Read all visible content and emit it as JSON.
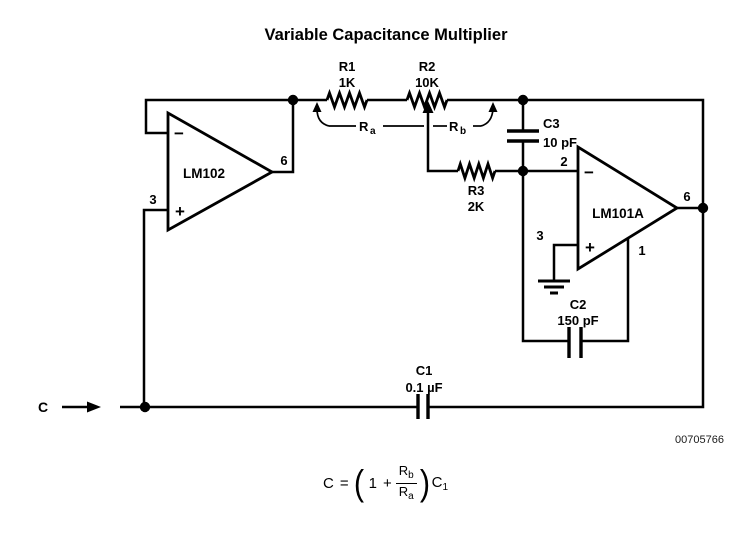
{
  "title": "Variable Capacitance Multiplier",
  "code": "00705766",
  "input": {
    "label": "C"
  },
  "opamps": {
    "left": {
      "name": "LM102",
      "pin_output": "6",
      "pin_noninv": "3",
      "inv_sign": "−",
      "noninv_sign": "+"
    },
    "right": {
      "name": "LM101A",
      "pin_inv": "2",
      "pin_noninv": "3",
      "pin_output": "6",
      "pin_comp": "1",
      "inv_sign": "−",
      "noninv_sign": "+"
    }
  },
  "components": {
    "r1": {
      "name": "R1",
      "value": "1K"
    },
    "r2": {
      "name": "R2",
      "value": "10K"
    },
    "r3": {
      "name": "R3",
      "value": "2K"
    },
    "c1": {
      "name": "C1",
      "value": "0.1 µF"
    },
    "c2": {
      "name": "C2",
      "value": "150 pF"
    },
    "c3": {
      "name": "C3",
      "value": "10 pF"
    }
  },
  "spans": {
    "ra": {
      "base": "R",
      "sub": "a"
    },
    "rb": {
      "base": "R",
      "sub": "b"
    }
  },
  "formula": {
    "lhs": "C",
    "equals": "=",
    "open_paren": "(",
    "one": "1",
    "plus": "+",
    "num_base": "R",
    "num_sub": "b",
    "den_base": "R",
    "den_sub": "a",
    "close_paren": ")",
    "result_base": "C",
    "result_sub": "1"
  }
}
